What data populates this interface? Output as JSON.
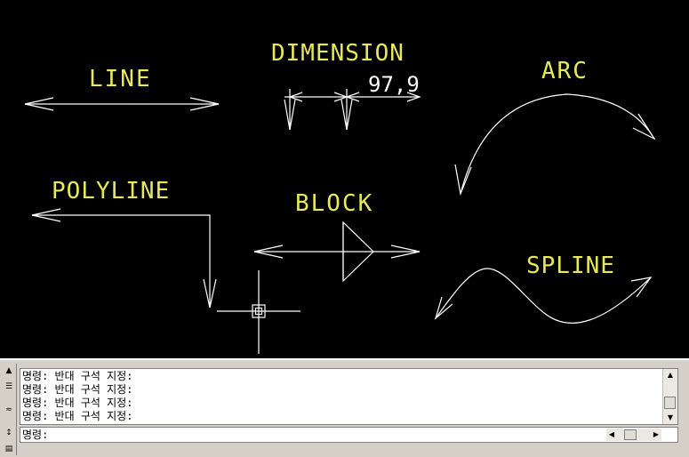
{
  "drawing": {
    "labels": {
      "line": "LINE",
      "dimension": "DIMENSION",
      "dimension_value": "97,9",
      "arc": "ARC",
      "polyline": "POLYLINE",
      "block": "BLOCK",
      "spline": "SPLINE"
    },
    "colors": {
      "background": "#000000",
      "text": "#e8e85a",
      "geometry": "#ffffff"
    }
  },
  "command_window": {
    "history": [
      "명령: 반대 구석 지정:",
      "명령: 반대 구석 지정:",
      "명령: 반대 구석 지정:",
      "명령: 반대 구석 지정:"
    ],
    "prompt": "명령:",
    "input_value": "",
    "icons": {
      "pin": "pin-icon",
      "properties": "properties-icon",
      "ucs": "ucs-icon",
      "scroll": "scroll-arrows-icon",
      "list": "list-icon"
    }
  }
}
